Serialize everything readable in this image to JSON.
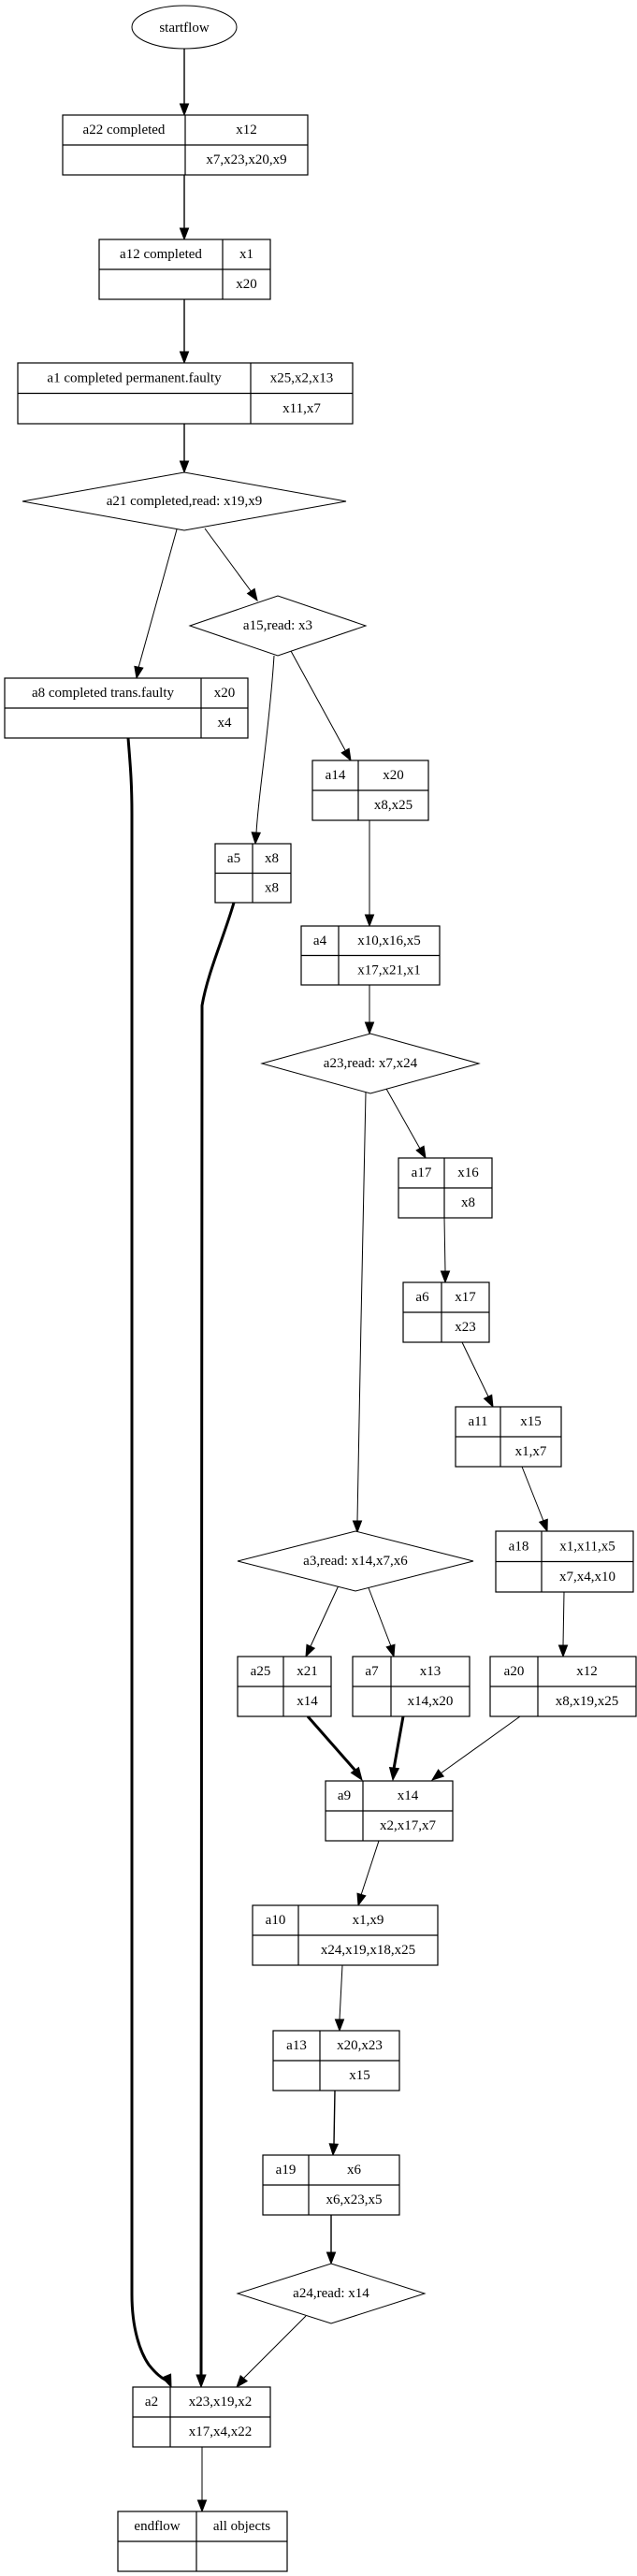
{
  "diagram": {
    "type": "flowchart",
    "nodes": {
      "startflow": {
        "label": "startflow",
        "shape": "ellipse"
      },
      "a22": {
        "name": "a22 completed",
        "top": "x12",
        "bottom": "x7,x23,x20,x9"
      },
      "a12": {
        "name": "a12 completed",
        "top": "x1",
        "bottom": "x20"
      },
      "a1": {
        "name": "a1  completed permanent.faulty",
        "top": "x25,x2,x13",
        "bottom": "x11,x7"
      },
      "a21": {
        "label": "a21 completed,read: x19,x9",
        "shape": "diamond"
      },
      "a15": {
        "label": "a15,read: x3",
        "shape": "diamond"
      },
      "a8": {
        "name": "a8  completed trans.faulty",
        "top": "x20",
        "bottom": "x4"
      },
      "a14": {
        "name": "a14",
        "top": "x20",
        "bottom": "x8,x25"
      },
      "a5": {
        "name": "a5",
        "top": "x8",
        "bottom": "x8"
      },
      "a4": {
        "name": "a4",
        "top": "x10,x16,x5",
        "bottom": "x17,x21,x1"
      },
      "a23": {
        "label": "a23,read: x7,x24",
        "shape": "diamond"
      },
      "a17": {
        "name": "a17",
        "top": "x16",
        "bottom": "x8"
      },
      "a6": {
        "name": "a6",
        "top": "x17",
        "bottom": "x23"
      },
      "a11": {
        "name": "a11",
        "top": "x15",
        "bottom": "x1,x7"
      },
      "a3": {
        "label": "a3,read: x14,x7,x6",
        "shape": "diamond"
      },
      "a18": {
        "name": "a18",
        "top": "x1,x11,x5",
        "bottom": "x7,x4,x10"
      },
      "a25": {
        "name": "a25",
        "top": "x21",
        "bottom": "x14"
      },
      "a7": {
        "name": "a7",
        "top": "x13",
        "bottom": "x14,x20"
      },
      "a20": {
        "name": "a20",
        "top": "x12",
        "bottom": "x8,x19,x25"
      },
      "a9": {
        "name": "a9",
        "top": "x14",
        "bottom": "x2,x17,x7"
      },
      "a10": {
        "name": "a10",
        "top": "x1,x9",
        "bottom": "x24,x19,x18,x25"
      },
      "a13": {
        "name": "a13",
        "top": "x20,x23",
        "bottom": "x15"
      },
      "a19": {
        "name": "a19",
        "top": "x6",
        "bottom": "x6,x23,x5"
      },
      "a24": {
        "label": "a24,read: x14",
        "shape": "diamond"
      },
      "a2": {
        "name": "a2",
        "top": "x23,x19,x2",
        "bottom": "x17,x4,x22"
      },
      "endflow": {
        "name": "endflow",
        "top": "all objects",
        "bottom": ""
      }
    },
    "edges": [
      {
        "from": "startflow",
        "to": "a22",
        "style": "normal"
      },
      {
        "from": "a22",
        "to": "a12",
        "style": "normal"
      },
      {
        "from": "a12",
        "to": "a1",
        "style": "normal"
      },
      {
        "from": "a1",
        "to": "a21",
        "style": "normal"
      },
      {
        "from": "a21",
        "to": "a8",
        "style": "thin"
      },
      {
        "from": "a21",
        "to": "a15",
        "style": "thin"
      },
      {
        "from": "a15",
        "to": "a5",
        "style": "thin"
      },
      {
        "from": "a15",
        "to": "a14",
        "style": "thin"
      },
      {
        "from": "a14",
        "to": "a4",
        "style": "thin"
      },
      {
        "from": "a4",
        "to": "a23",
        "style": "thin"
      },
      {
        "from": "a23",
        "to": "a3",
        "style": "thin"
      },
      {
        "from": "a23",
        "to": "a17",
        "style": "thin"
      },
      {
        "from": "a17",
        "to": "a6",
        "style": "thin"
      },
      {
        "from": "a6",
        "to": "a11",
        "style": "thin"
      },
      {
        "from": "a11",
        "to": "a18",
        "style": "thin"
      },
      {
        "from": "a18",
        "to": "a20",
        "style": "thin"
      },
      {
        "from": "a3",
        "to": "a25",
        "style": "thin"
      },
      {
        "from": "a3",
        "to": "a7",
        "style": "thin"
      },
      {
        "from": "a25",
        "to": "a9",
        "style": "thick"
      },
      {
        "from": "a7",
        "to": "a9",
        "style": "thick"
      },
      {
        "from": "a20",
        "to": "a9",
        "style": "thin"
      },
      {
        "from": "a9",
        "to": "a10",
        "style": "thin"
      },
      {
        "from": "a10",
        "to": "a13",
        "style": "thin"
      },
      {
        "from": "a13",
        "to": "a19",
        "style": "normal"
      },
      {
        "from": "a19",
        "to": "a24",
        "style": "normal"
      },
      {
        "from": "a24",
        "to": "a2",
        "style": "thin"
      },
      {
        "from": "a8",
        "to": "a2",
        "style": "thick"
      },
      {
        "from": "a5",
        "to": "a2",
        "style": "thick"
      },
      {
        "from": "a2",
        "to": "endflow",
        "style": "thin"
      }
    ]
  }
}
